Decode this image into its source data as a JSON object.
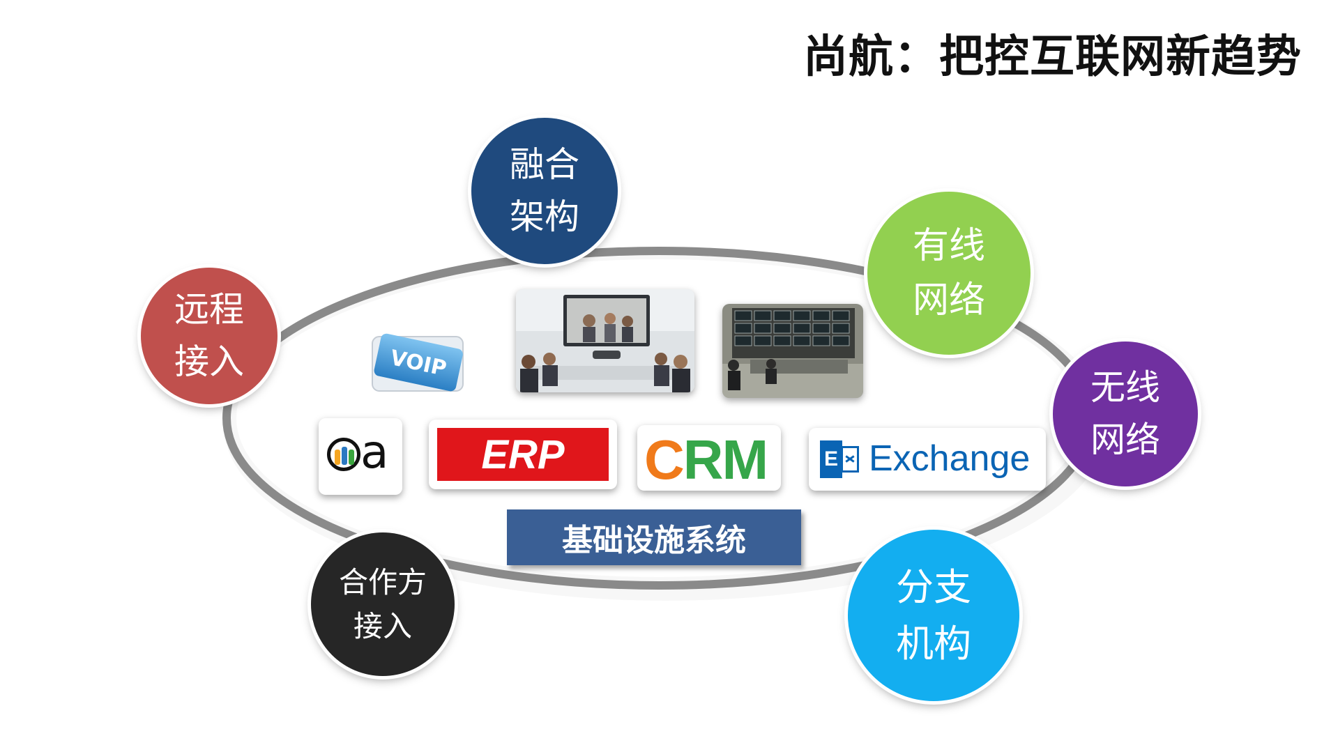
{
  "title": "尚航：把控互联网新趋势",
  "nodes": [
    {
      "id": "fusion",
      "line1": "融合",
      "line2": "架构",
      "color": "#1f4a7e"
    },
    {
      "id": "wired",
      "line1": "有线",
      "line2": "网络",
      "color": "#92d050"
    },
    {
      "id": "wireless",
      "line1": "无线",
      "line2": "网络",
      "color": "#7030a0"
    },
    {
      "id": "branch",
      "line1": "分支",
      "line2": "机构",
      "color": "#13aef0"
    },
    {
      "id": "partner",
      "line1": "合作方",
      "line2": "接入",
      "color": "#262626"
    },
    {
      "id": "remote",
      "line1": "远程",
      "line2": "接入",
      "color": "#c0504d"
    }
  ],
  "apps": {
    "voip": "VOIP",
    "oa": "a",
    "erp": "ERP",
    "crm": "CRM",
    "exchange_logo": "E",
    "exchange": "Exchange"
  },
  "infrastructure_label": "基础设施系统",
  "colors": {
    "ring": "#8a8a8a",
    "erp_red": "#e0161b",
    "crm_orange": "#f07a1a",
    "crm_green": "#36a64a",
    "exchange_blue": "#0a64b4"
  }
}
